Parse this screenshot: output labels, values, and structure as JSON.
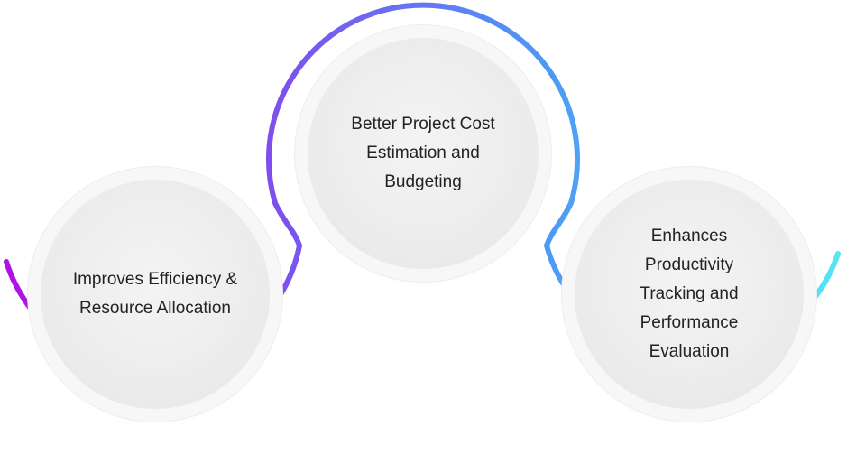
{
  "items": [
    {
      "label": "Improves Efficiency & Resource Allocation"
    },
    {
      "label": "Better Project Cost Estimation and Budgeting"
    },
    {
      "label": "Enhances Productivity Tracking and Performance Evaluation"
    }
  ],
  "colors": {
    "start": "#b20fe6",
    "middle": "#4d8ff5",
    "end": "#55e6f5",
    "disc": "#ececec",
    "text": "#222222"
  }
}
